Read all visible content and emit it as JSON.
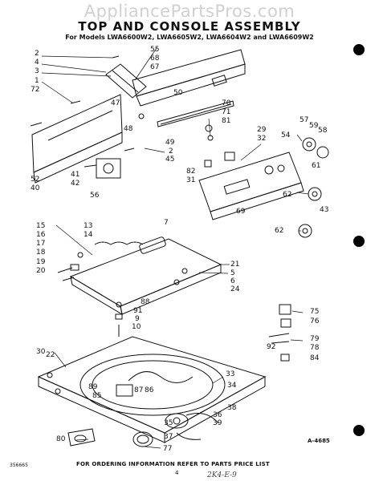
{
  "watermark": "AppliancePartsPros.com",
  "title": "TOP AND CONSOLE ASSEMBLY",
  "subtitle": "For Models LWA6600W2, LWA6605W2, LWA6604W2 and LWA6609W2",
  "footer": "FOR ORDERING INFORMATION REFER TO PARTS PRICE LIST",
  "doc_number": "356665",
  "page_number": "4",
  "handwritten_note": "2K4-E-9",
  "diagram_code": "A-4685",
  "callouts": {
    "c1": "2",
    "c2": "4",
    "c3": "3",
    "c4": "1",
    "c5": "72",
    "c6": "55",
    "c7": "68",
    "c8": "67",
    "c9": "50",
    "c10": "47",
    "c11": "70",
    "c12": "71",
    "c13": "81",
    "c14": "48",
    "c15": "49",
    "c16": "2",
    "c17": "45",
    "c18": "29",
    "c19": "32",
    "c20": "57",
    "c21": "59",
    "c22": "58",
    "c23": "54",
    "c24": "61",
    "c25": "82",
    "c26": "31",
    "c27": "41",
    "c28": "42",
    "c29": "52",
    "c30": "40",
    "c31": "56",
    "c32": "62",
    "c33": "69",
    "c34": "43",
    "c35": "62",
    "c36": "15",
    "c37": "16",
    "c38": "17",
    "c39": "18",
    "c40": "19",
    "c41": "20",
    "c42": "13",
    "c43": "14",
    "c44": "7",
    "c45": "21",
    "c46": "5",
    "c47": "6",
    "c48": "24",
    "c49": "88",
    "c50": "91",
    "c51": "9",
    "c52": "10",
    "c53": "75",
    "c54": "76",
    "c55": "79",
    "c56": "92",
    "c57": "78",
    "c58": "84",
    "c59": "30",
    "c60": "22",
    "c61": "33",
    "c62": "34",
    "c63": "89",
    "c64": "85",
    "c65": "87",
    "c66": "86",
    "c67": "38",
    "c68": "36",
    "c69": "35",
    "c70": "39",
    "c71": "37",
    "c72": "80",
    "c73": "77"
  },
  "colors": {
    "ink": "#111111",
    "watermark": "#d0d0d0",
    "paper": "#ffffff"
  }
}
